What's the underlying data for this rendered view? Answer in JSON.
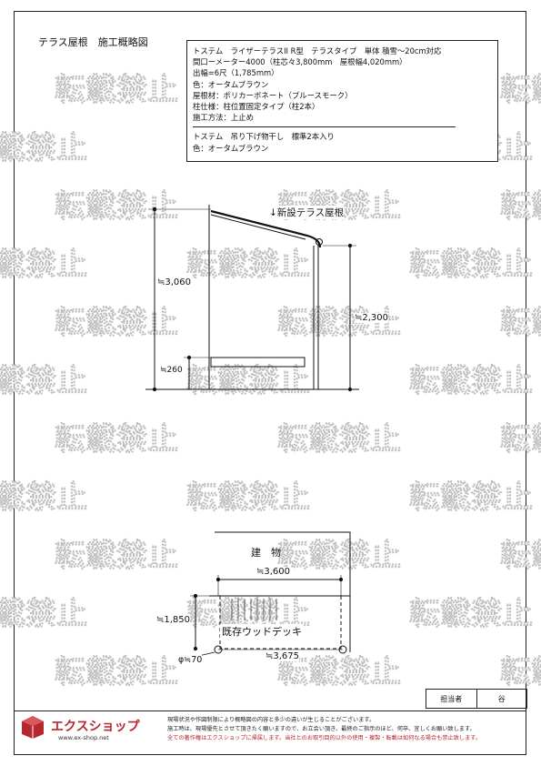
{
  "header": {
    "title": "テラス屋根　施工概略図"
  },
  "spec": {
    "lines": [
      "トステム　ライザーテラスII R型　テラスタイプ　単体 積雪～20cm対応",
      "間口ーメーター4000（柱芯々3,800mm　屋根幅4,020mm）",
      "出幅=6尺（1,785mm）",
      "色：オータムブラウン",
      "屋根材：ポリカーボネート（ブルースモーク）",
      "柱仕様：柱位置固定タイプ（柱2本）",
      "施工方法：上止め"
    ],
    "lines2": [
      "トステム　吊り下げ物干し　標準2本入り",
      "色：オータムブラウン"
    ]
  },
  "watermark": {
    "text": "転載禁止"
  },
  "elevation": {
    "roof_label": "↓新設テラス屋根",
    "height_total": "≒3,060",
    "height_post": "≒2,300",
    "height_deck": "≒260"
  },
  "plan": {
    "building_label": "建　物",
    "width_top": "≒3,600",
    "depth": "≒1,850",
    "deck_label": "既存ウッドデッキ",
    "post_dia": "φ≒70",
    "width_bottom": "≒3,675"
  },
  "sign": {
    "label": "担当者",
    "name": "谷"
  },
  "footer": {
    "company": "エクスショップ",
    "url": "www.ex-shop.net",
    "notes": [
      "現場状況や作図制限により概略図の内容と多少の違いが生じることがございます。",
      "施工時は、現場優先とさせて頂きたく願いますので、お立会い頂き、最終のご指示のほど、何卒、宜しくお願い致します。",
      "全ての著作権はエクスショップに帰属します。当社とのお取引目的以外の使用・複製・転載は如何なる場合も禁止致します。"
    ]
  }
}
